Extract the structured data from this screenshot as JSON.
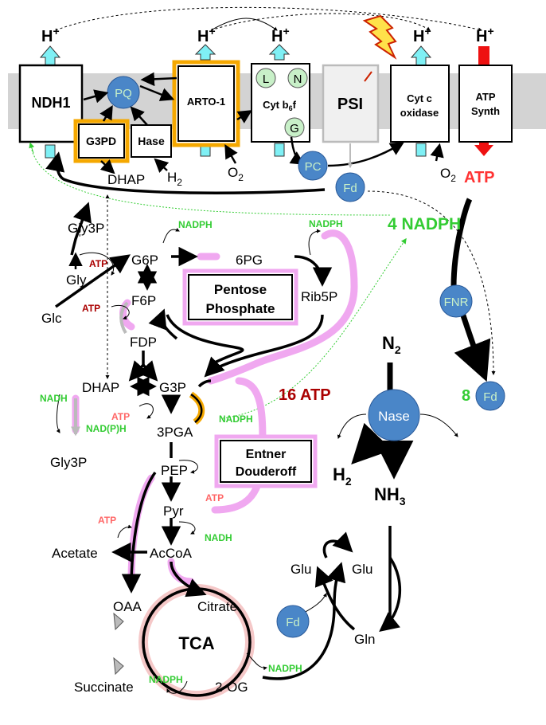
{
  "membrane": {
    "proton": "H",
    "proton_sup": "+",
    "ndh1": "NDH1",
    "g3pd": "G3PD",
    "hase": "Hase",
    "pq": "PQ",
    "arto1": "ARTO-1",
    "cyt_b6f_main": "Cyt b",
    "cyt_b6f_sub": "6",
    "cyt_b6f_end": "f",
    "site_l": "L",
    "site_n": "N",
    "site_g": "G",
    "psi": "PSI",
    "cytc_line1": "Cyt c",
    "cytc_line2": "oxidase",
    "atpsynth_line1": "ATP",
    "atpsynth_line2": "Synth",
    "pc": "PC",
    "fd": "Fd",
    "atp_out": "ATP",
    "h2_main": "H",
    "h2_sub": "2",
    "o2_main": "O",
    "o2_sub": "2",
    "dhap_top": "DHAP"
  },
  "metabolism": {
    "gly3p_top": "Gly3P",
    "gly": "Gly",
    "glc": "Glc",
    "g6p": "G6P",
    "f6p": "F6P",
    "fdp": "FDP",
    "pg6": "6PG",
    "rib5p": "Rib5P",
    "dhap": "DHAP",
    "g3p": "G3P",
    "pga3": "3PGA",
    "gly3p_bottom": "Gly3P",
    "pep": "PEP",
    "pyr": "Pyr",
    "acetate": "Acetate",
    "accoa": "AcCoA",
    "oaa": "OAA",
    "citrate": "Citrate",
    "tca": "TCA",
    "succinate": "Succinate",
    "og2": "2-OG",
    "glu1": "Glu",
    "glu2": "Glu",
    "gln": "Gln",
    "fd_lower": "Fd"
  },
  "boxes": {
    "pentose_line1": "Pentose",
    "pentose_line2": "Phosphate",
    "ed_line1": "Entner",
    "ed_line2": "Douderoff"
  },
  "cofactors": {
    "atp": "ATP",
    "nadph": "NADPH",
    "nadh": "NADH",
    "nadph_h": "NAD(P)H"
  },
  "nitrogen": {
    "nadph_4": "4 NADPH",
    "fnr": "FNR",
    "n2_main": "N",
    "n2_sub": "2",
    "atp_16": "16 ATP",
    "nase": "Nase",
    "fd_8_num": "8",
    "fd_8": "Fd",
    "nh3_main": "NH",
    "nh3_sub": "3",
    "h2_main": "H",
    "h2_sub": "2"
  },
  "colors": {
    "membrane": "#d3d3d3",
    "orange_border": "#f5a800",
    "blue_circle": "#4a86c8",
    "green_circle": "#c8f0c8",
    "cyan_arrow": "#7ff0f5",
    "red_arrow": "#ee1111",
    "pink_highlight": "#f0a8f0",
    "green_text": "#33cc33",
    "dark_red_text": "#aa0000",
    "salmon_text": "#ff6666"
  }
}
